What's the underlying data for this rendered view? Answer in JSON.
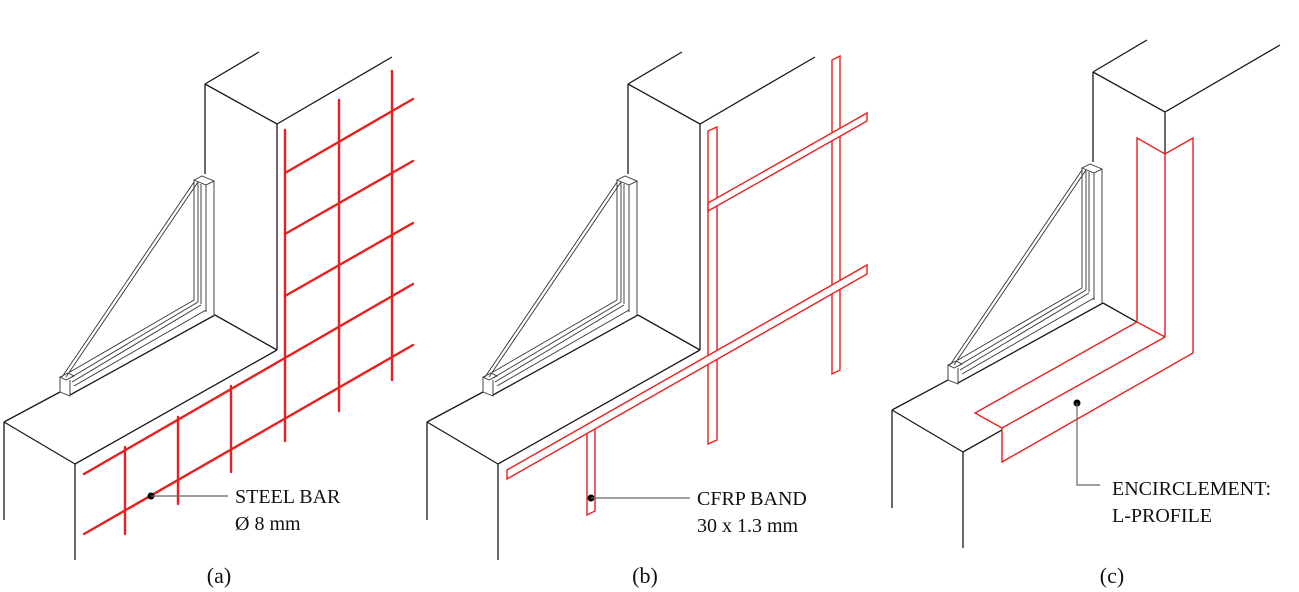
{
  "panels": [
    {
      "caption": "(a)",
      "label_line1": "STEEL BAR",
      "label_line2": "Ø 8 mm"
    },
    {
      "caption": "(b)",
      "label_line1": "CFRP BAND",
      "label_line2": "30 x 1.3 mm"
    },
    {
      "caption": "(c)",
      "label_line1": "ENCIRCLEMENT:",
      "label_line2": "L-PROFILE"
    }
  ],
  "colors": {
    "reinforcement": "#e8201e",
    "wall": "#1a1a1a"
  }
}
